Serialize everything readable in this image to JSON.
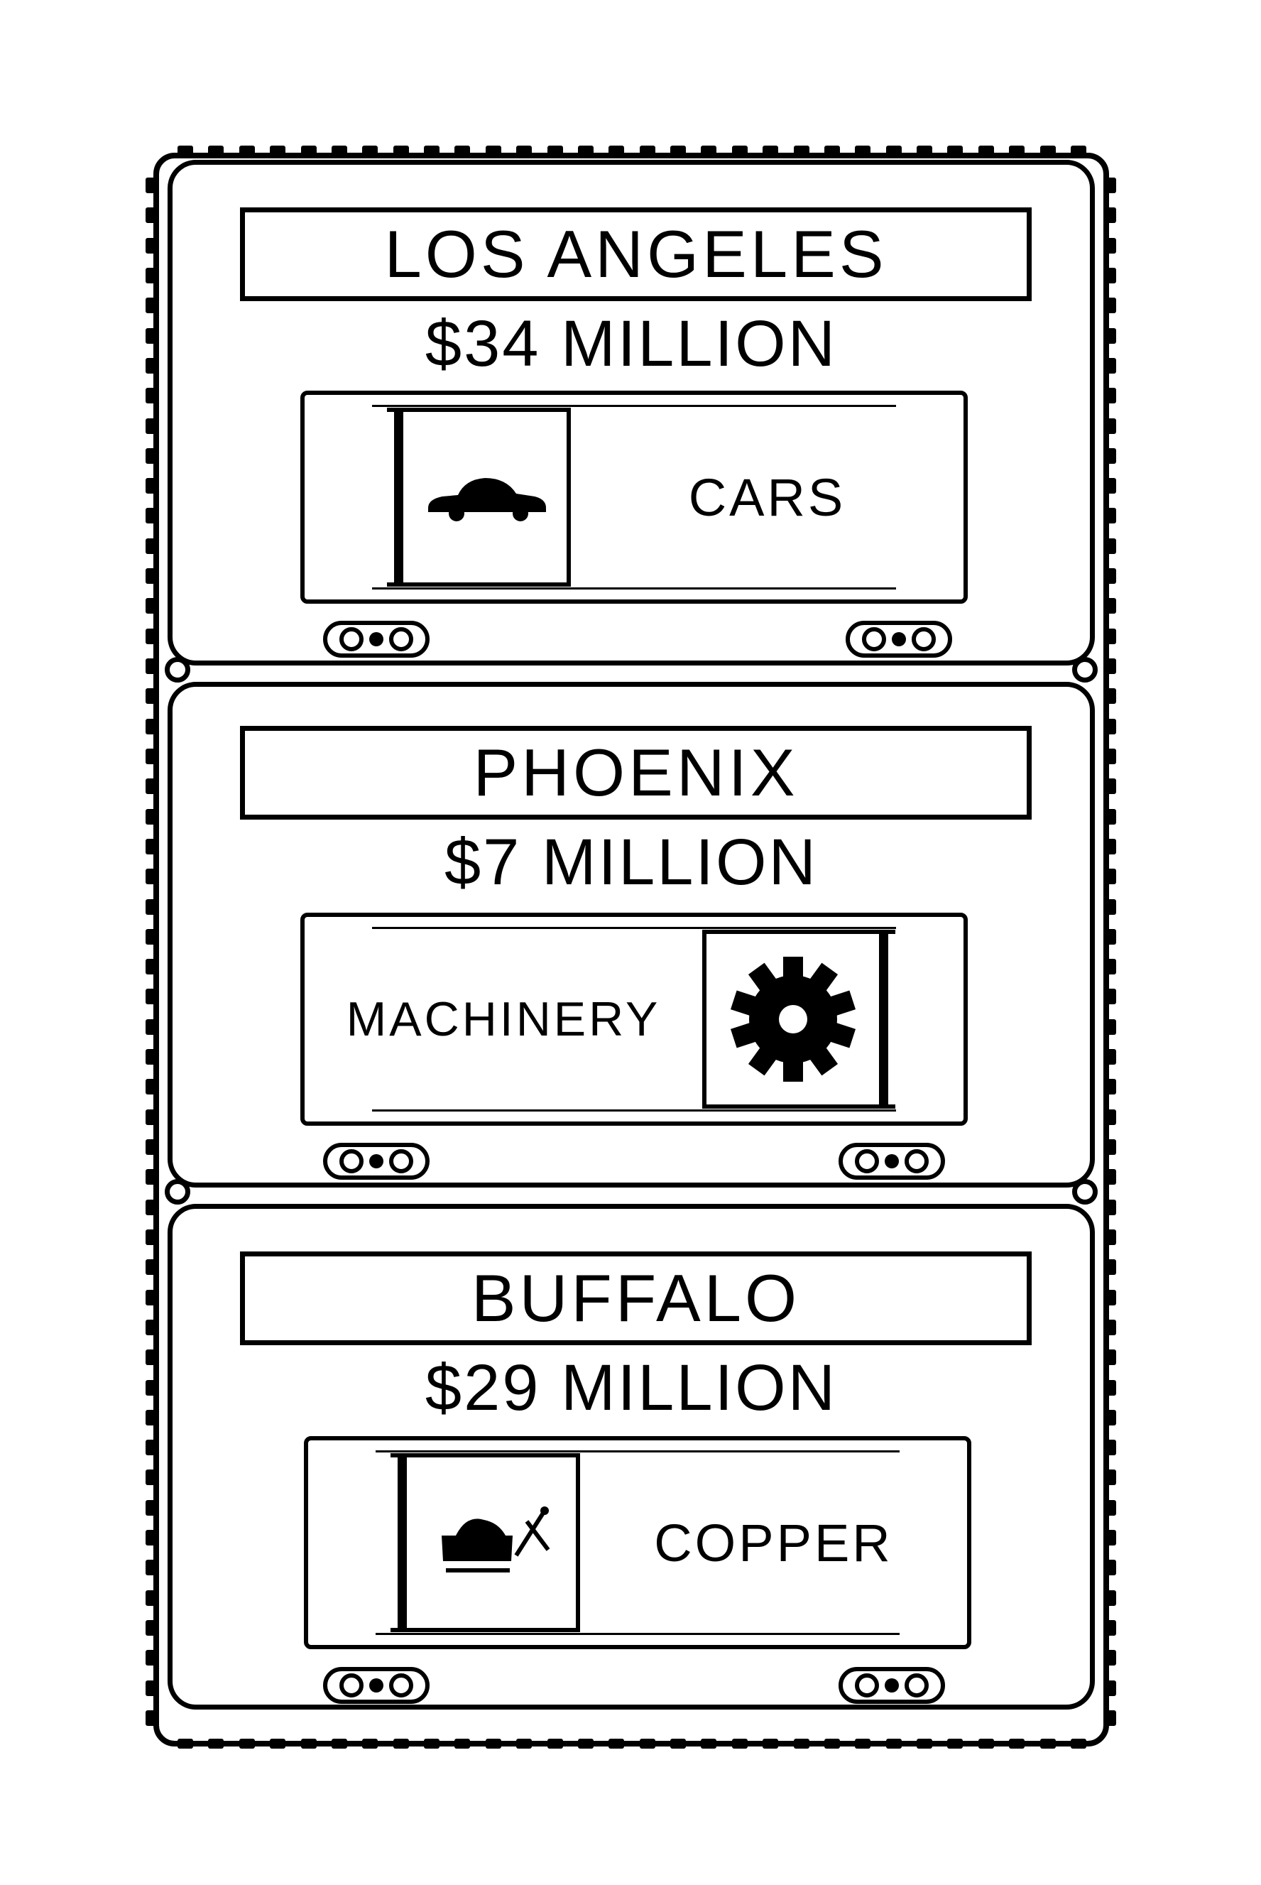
{
  "shipments": [
    {
      "city": "LOS ANGELES",
      "amount": "$34 MILLION",
      "cargo": "CARS",
      "icon": "car-icon"
    },
    {
      "city": "PHOENIX",
      "amount": "$7 MILLION",
      "cargo": "MACHINERY",
      "icon": "gear-icon"
    },
    {
      "city": "BUFFALO",
      "amount": "$29 MILLION",
      "cargo": "COPPER",
      "icon": "mining-cart-pickaxe-icon"
    }
  ],
  "colors": {
    "ink": "#000000",
    "paper": "#ffffff"
  }
}
